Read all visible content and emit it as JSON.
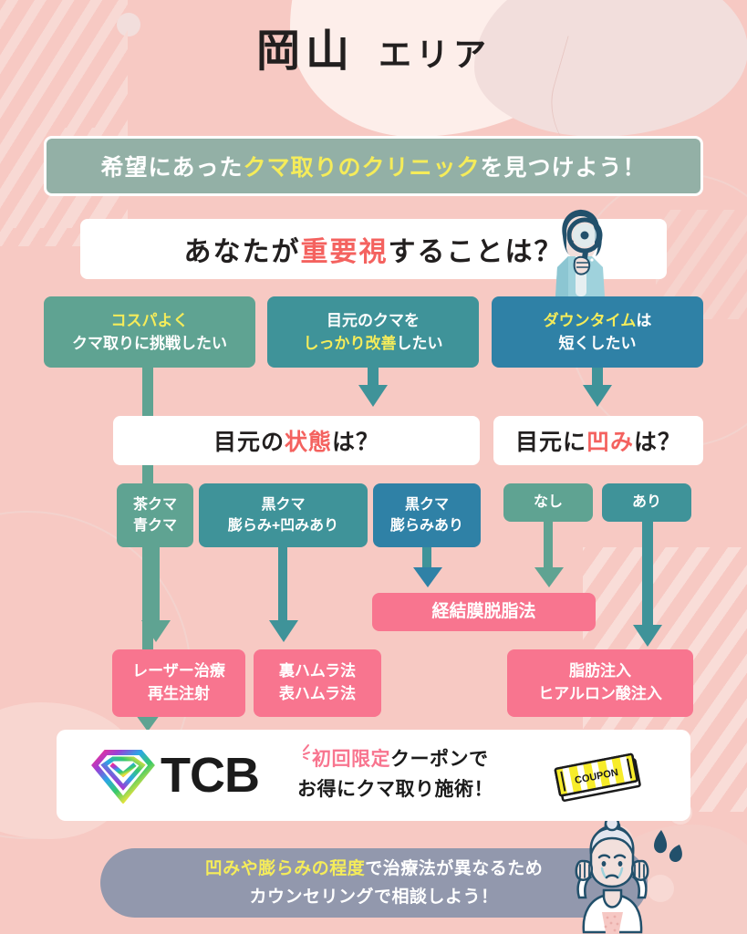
{
  "header": {
    "region": "岡山",
    "area_label": "エリア"
  },
  "headline": {
    "prefix": "希望にあった",
    "accent": "クマ取りのクリニック",
    "suffix": "を見つけよう！"
  },
  "main_question": {
    "prefix": "あなたが",
    "accent": "重要視",
    "suffix": "することは？",
    "icon": "detective-magnifier-icon"
  },
  "options": [
    {
      "line1": "コスパよく",
      "line1_accent": true,
      "line2": "クマ取りに挑戦したい",
      "color": "#5fa392"
    },
    {
      "line1": "目元のクマを",
      "line1_accent": false,
      "line2": "しっかり改善",
      "line2_suffix": "したい",
      "color": "#3f9399"
    },
    {
      "line1": "ダウンタイム",
      "line1_suffix": "は",
      "line2": "短くしたい",
      "color": "#2f81a6"
    }
  ],
  "questions": [
    {
      "prefix": "目元の",
      "accent": "状態",
      "suffix": "は？"
    },
    {
      "prefix": "目元に",
      "accent": "凹み",
      "suffix": "は？"
    }
  ],
  "sub_options": [
    {
      "line1": "茶クマ",
      "line2": "青クマ",
      "color": "#5fa392"
    },
    {
      "line1": "黒クマ",
      "line2": "膨らみ+凹みあり",
      "color": "#3f9399"
    },
    {
      "line1": "黒クマ",
      "line2": "膨らみあり",
      "color": "#2f81a6"
    },
    {
      "line1": "なし",
      "line2": "",
      "color": "#5fa392"
    },
    {
      "line1": "あり",
      "line2": "",
      "color": "#3f9399"
    }
  ],
  "results": [
    {
      "line1": "経結膜脱脂法",
      "line2": ""
    },
    {
      "line1": "レーザー治療",
      "line2": "再生注射"
    },
    {
      "line1": "裏ハムラ法",
      "line2": "表ハムラ法"
    },
    {
      "line1": "脂肪注入",
      "line2": "ヒアルロン酸注入"
    }
  ],
  "promo": {
    "brand": "TCB",
    "logo_icon": "tcb-diamond-logo",
    "line1_accent": "初回限定",
    "line1_rest": "クーポンで",
    "line2": "お得にクマ取り施術！",
    "coupon_label": "COUPON",
    "coupon_icon": "coupon-ticket-icon"
  },
  "footer": {
    "accent": "凹みや膨らみの程度",
    "rest": "で治療法が異なるため",
    "line2": "カウンセリングで相談しよう！",
    "illustration": "worried-woman-icon"
  },
  "colors": {
    "background": "#f7c9c3",
    "green": "#5fa392",
    "teal": "#3f9399",
    "blue": "#2f81a6",
    "pink": "#f8758f",
    "yellow": "#f5ec5a",
    "red": "#f4625f",
    "sage": "#93b0a6",
    "slate": "#9298ad"
  }
}
